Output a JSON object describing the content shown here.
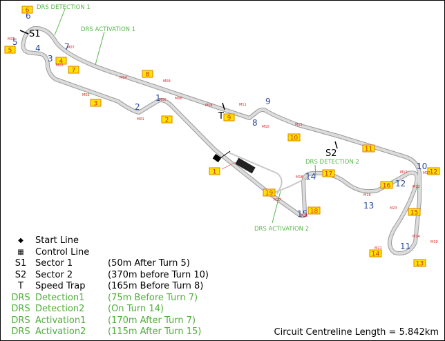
{
  "circuit_length": "Circuit Centreline Length = 5.842km",
  "drs_labels": {
    "detection1": "DRS DETECTION 1",
    "activation1": "DRS ACTIVATION 1",
    "detection2": "DRS DETECTION 2",
    "activation2": "DRS ACTIVATION 2"
  },
  "sectors": {
    "s1": "S1",
    "s2": "S2",
    "speed_trap": "T"
  },
  "turns": [
    "1",
    "2",
    "3",
    "4",
    "5",
    "6",
    "7",
    "8",
    "9",
    "10",
    "11",
    "12",
    "13",
    "14",
    "15"
  ],
  "cameras": [
    "1",
    "2",
    "3",
    "4",
    "5",
    "6",
    "7",
    "8",
    "9",
    "10",
    "11",
    "12",
    "13",
    "14",
    "15",
    "16",
    "17",
    "18",
    "19"
  ],
  "markers": [
    "M01",
    "M02",
    "M03",
    "M04",
    "M05",
    "M06",
    "M06",
    "M07",
    "M08",
    "M09",
    "M10",
    "M11",
    "M12",
    "M12",
    "M14",
    "M15",
    "M16",
    "M17",
    "M18",
    "M19",
    "M21",
    "M23",
    "M25",
    "M27"
  ],
  "legend": [
    {
      "symbol": "start-line-icon",
      "name": "Start Line",
      "detail": "",
      "color": "black"
    },
    {
      "symbol": "control-line-icon",
      "name": "Control Line",
      "detail": "",
      "color": "black"
    },
    {
      "symbol": "S1",
      "name": "Sector 1",
      "detail": "(50m After Turn 5)",
      "color": "black"
    },
    {
      "symbol": "S2",
      "name": "Sector 2",
      "detail": "(370m before Turn 10)",
      "color": "black"
    },
    {
      "symbol": "T",
      "name": "Speed Trap",
      "detail": "(165m Before Turn 8)",
      "color": "black"
    },
    {
      "symbol": "DRS",
      "name": "Detection1",
      "detail": "(75m Before Turn 7)",
      "color": "green"
    },
    {
      "symbol": "DRS",
      "name": "Detection2",
      "detail": "(On Turn 14)",
      "color": "green"
    },
    {
      "symbol": "DRS",
      "name": "Activation1",
      "detail": "(170m After Turn 7)",
      "color": "green"
    },
    {
      "symbol": "DRS",
      "name": "Activation2",
      "detail": "(115m After Turn 15)",
      "color": "green"
    }
  ],
  "colors": {
    "track": "#c8c8c8",
    "turn_numbers": "#2b4a9a",
    "drs": "#55b848",
    "markers": "#e02020",
    "camera_fill": "#ffe400"
  }
}
